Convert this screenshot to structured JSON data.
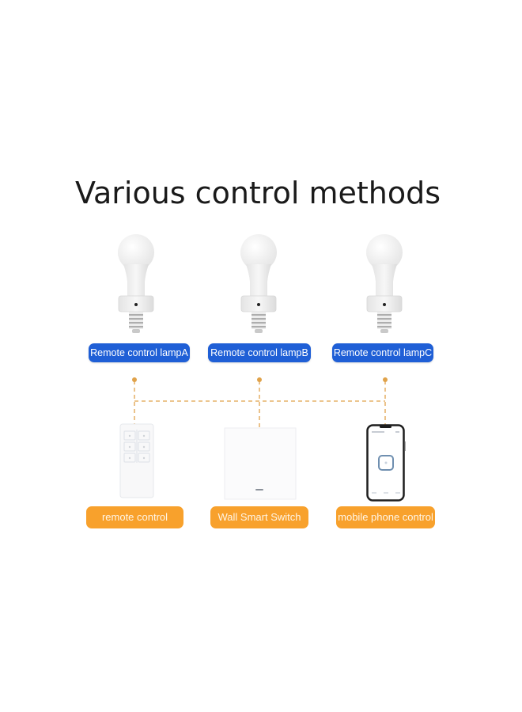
{
  "title": "Various control methods",
  "colors": {
    "lamp_label_bg": "#1f5fd6",
    "control_label_bg": "#f8a12c",
    "connector": "#e0a24a",
    "title_text": "#1a1a1a"
  },
  "lamps": [
    {
      "label": "Remote control lampA",
      "icon": "light-bulb-socket-icon"
    },
    {
      "label": "Remote control lampB",
      "icon": "light-bulb-socket-icon"
    },
    {
      "label": "Remote control lampC",
      "icon": "light-bulb-socket-icon"
    }
  ],
  "controls": [
    {
      "label": "remote control",
      "icon": "remote-control-icon"
    },
    {
      "label": "Wall Smart Switch",
      "icon": "wall-switch-icon"
    },
    {
      "label": "mobile phone control",
      "icon": "smartphone-icon"
    }
  ]
}
